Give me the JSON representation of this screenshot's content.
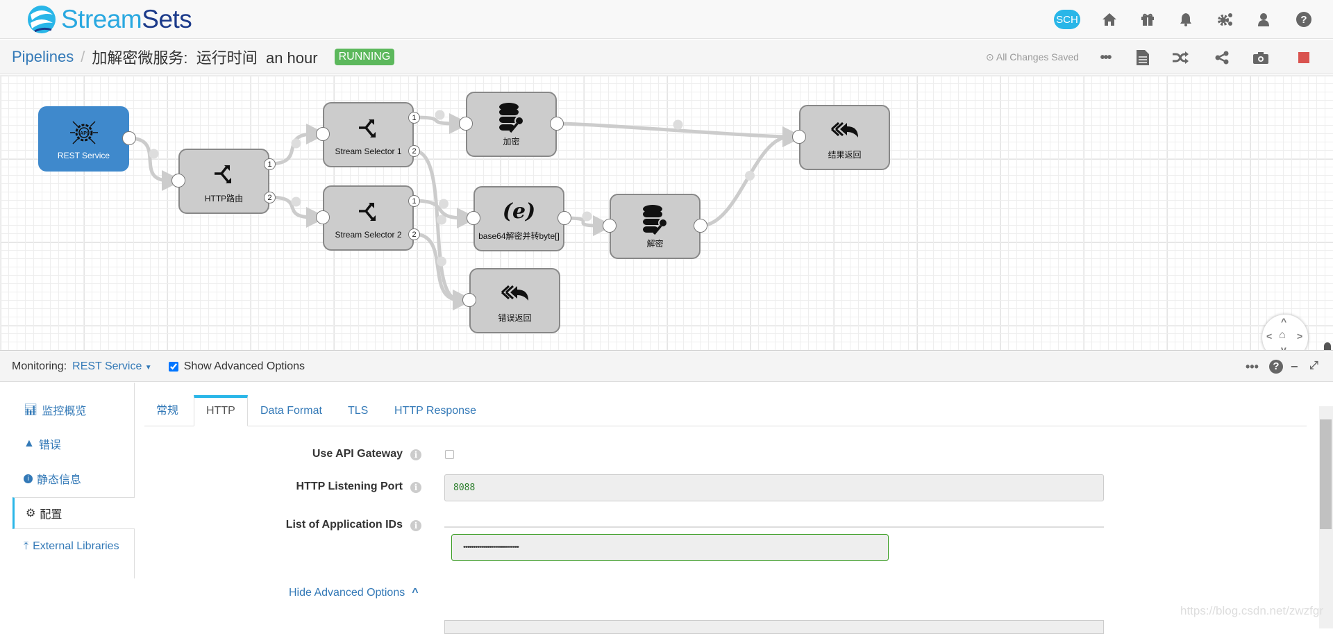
{
  "header": {
    "logo": "StreamSets",
    "sch_label": "SCH",
    "icons": [
      "home-icon",
      "gift-icon",
      "bell-icon",
      "gears-icon",
      "user-icon",
      "help-icon"
    ]
  },
  "toolbar": {
    "breadcrumb_root": "Pipelines",
    "separator": "/",
    "pipeline_title": "加解密微服务:  运行时间  an hour",
    "status": "RUNNING",
    "status_color": "#5cb85c",
    "saved_text": "All Changes Saved",
    "icons": [
      "more-icon",
      "document-icon",
      "shuffle-icon",
      "share-icon",
      "camera-icon",
      "stop-icon"
    ]
  },
  "canvas": {
    "nodes": [
      {
        "id": "rest",
        "label": "REST Service",
        "icon": "api-icon",
        "type": "origin"
      },
      {
        "id": "http",
        "label": "HTTP路由",
        "icon": "selector-icon",
        "outputs": [
          "1",
          "2"
        ]
      },
      {
        "id": "ss1",
        "label": "Stream Selector 1",
        "icon": "selector-icon",
        "outputs": [
          "1",
          "2"
        ]
      },
      {
        "id": "ss2",
        "label": "Stream Selector 2",
        "icon": "selector-icon",
        "outputs": [
          "1",
          "2"
        ]
      },
      {
        "id": "enc",
        "label": "加密",
        "icon": "database-key-icon"
      },
      {
        "id": "b64",
        "label": "base64解密并转byte[]",
        "icon": "expression-icon"
      },
      {
        "id": "dec",
        "label": "解密",
        "icon": "database-key-icon"
      },
      {
        "id": "err",
        "label": "错误返回",
        "icon": "reply-all-icon",
        "type": "destination"
      },
      {
        "id": "res",
        "label": "结果返回",
        "icon": "reply-all-icon",
        "type": "destination"
      }
    ],
    "edges": [
      {
        "from": "rest",
        "port": 0,
        "to": "http"
      },
      {
        "from": "http",
        "port": 1,
        "to": "ss1"
      },
      {
        "from": "http",
        "port": 2,
        "to": "ss2"
      },
      {
        "from": "ss1",
        "port": 1,
        "to": "enc"
      },
      {
        "from": "ss1",
        "port": 2,
        "to": "err"
      },
      {
        "from": "ss2",
        "port": 1,
        "to": "b64"
      },
      {
        "from": "ss2",
        "port": 2,
        "to": "err"
      },
      {
        "from": "enc",
        "port": 0,
        "to": "res"
      },
      {
        "from": "b64",
        "port": 0,
        "to": "dec"
      },
      {
        "from": "dec",
        "port": 0,
        "to": "res"
      }
    ]
  },
  "monitoring": {
    "label": "Monitoring:",
    "selected_stage": "REST Service",
    "show_advanced_label": "Show Advanced Options",
    "show_advanced_checked": true
  },
  "left_nav": {
    "items": [
      {
        "label": "监控概览",
        "icon": "bar-chart-icon"
      },
      {
        "label": "错误",
        "icon": "warning-icon"
      },
      {
        "label": "静态信息",
        "icon": "info-icon"
      },
      {
        "label": "配置",
        "icon": "gear-icon",
        "active": true
      },
      {
        "label": "External Libraries",
        "icon": "upload-icon"
      }
    ]
  },
  "tabs": [
    {
      "label": "常规"
    },
    {
      "label": "HTTP",
      "active": true
    },
    {
      "label": "Data Format"
    },
    {
      "label": "TLS"
    },
    {
      "label": "HTTP Response"
    }
  ],
  "form": {
    "use_api_gateway": {
      "label": "Use API Gateway",
      "checked": false
    },
    "http_port": {
      "label": "HTTP Listening Port",
      "value": "8088"
    },
    "app_ids": {
      "label": "List of Application IDs",
      "value": "••••••••••••••••••••••••••••"
    },
    "hide_advanced": "Hide Advanced Options"
  },
  "watermark": "https://blog.csdn.net/zwzfgr"
}
